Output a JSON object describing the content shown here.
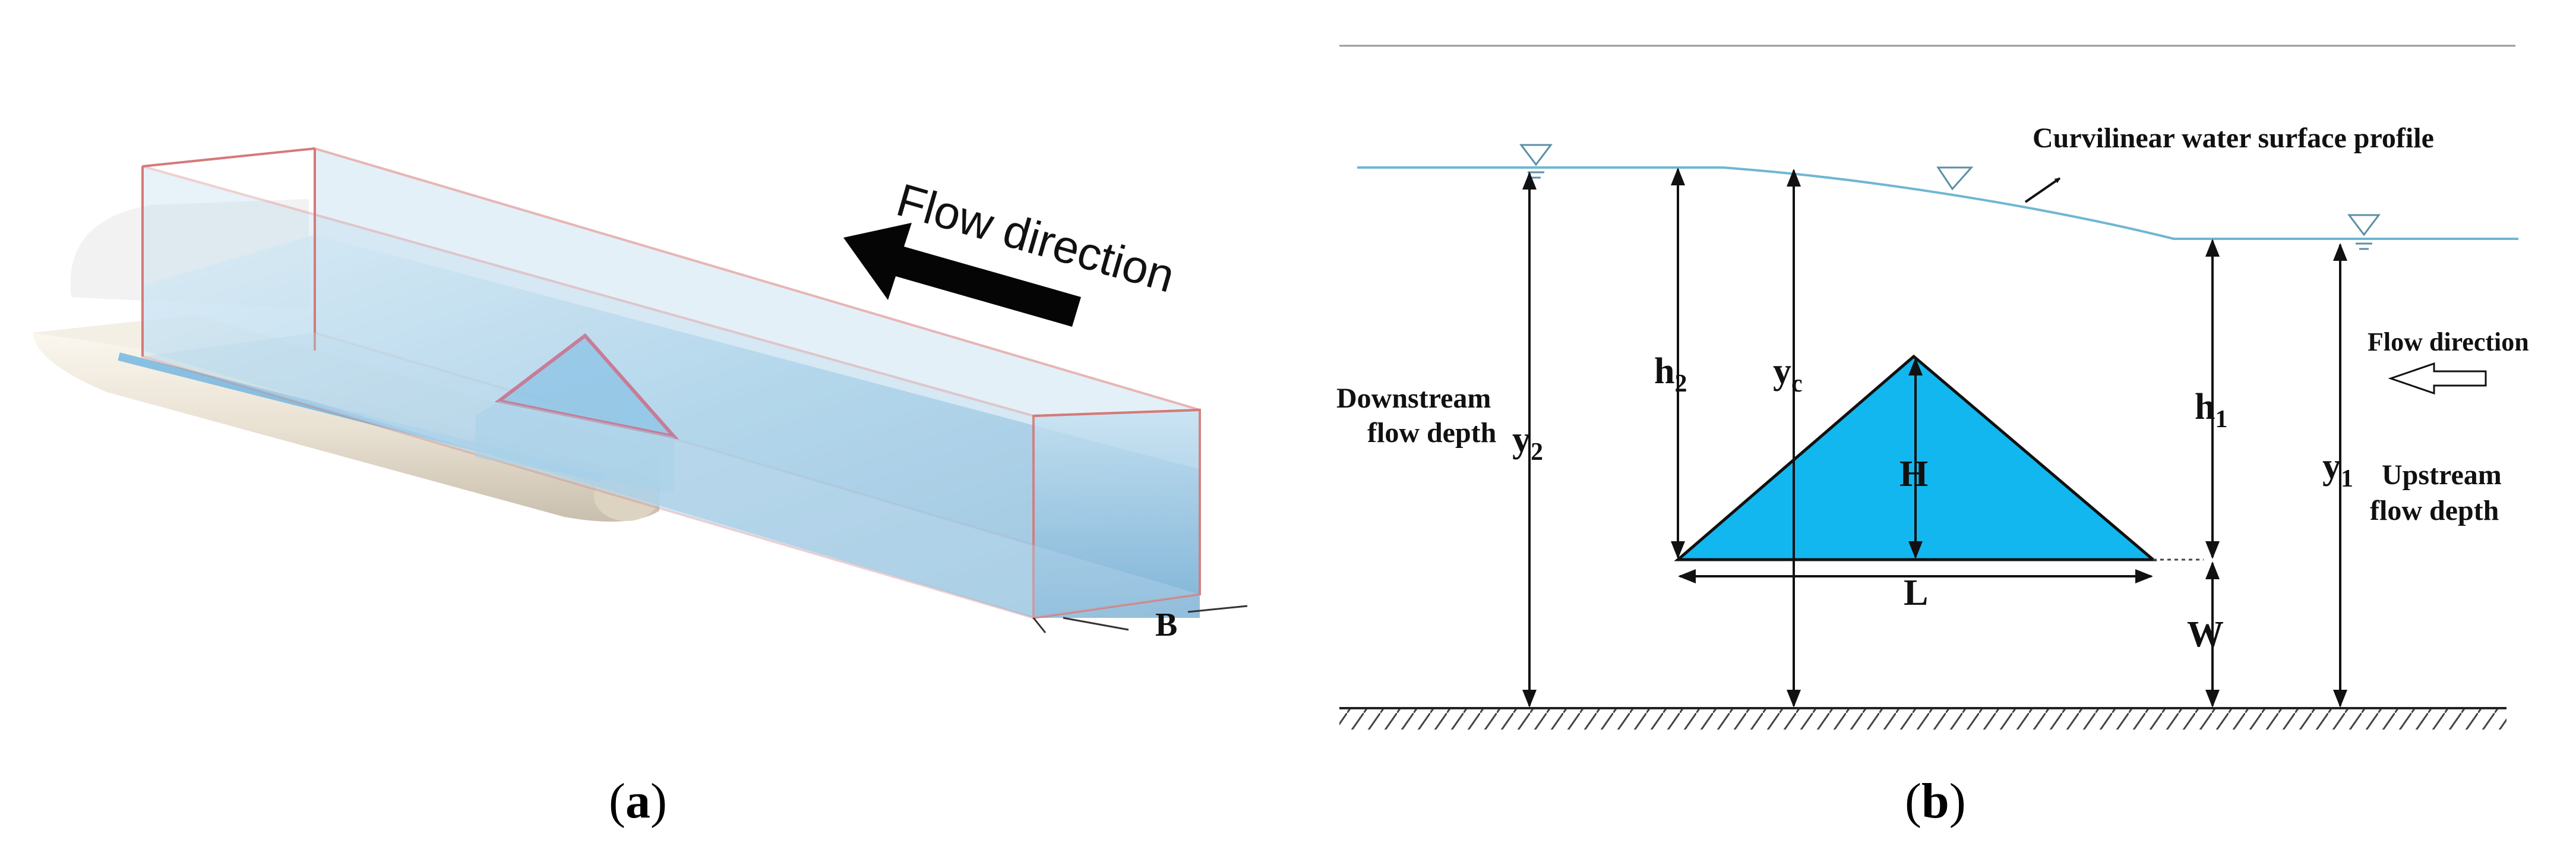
{
  "panel_a": {
    "label_open": "(",
    "label_letter": "a",
    "label_close": ")",
    "flow_direction": "Flow direction",
    "width_symbol": "B"
  },
  "panel_b": {
    "label_open": "(",
    "label_letter": "b",
    "label_close": ")",
    "water_surface_profile": "Curvilinear water surface profile",
    "flow_direction": "Flow direction",
    "downstream_line1": "Downstream",
    "downstream_line2": "flow depth",
    "upstream_line1": "Upstream",
    "upstream_line2": "flow depth",
    "symbols": {
      "y2_base": "y",
      "y2_sub": "2",
      "h2_base": "h",
      "h2_sub": "2",
      "yc_base": "y",
      "yc_sub": "c",
      "H": "H",
      "L": "L",
      "h1_base": "h",
      "h1_sub": "1",
      "y1_base": "y",
      "y1_sub": "1",
      "W": "W"
    }
  },
  "colors": {
    "weir_fill": "#12b7ef",
    "water_line": "#6fb6d3",
    "channel_tint": "#a9d3ea",
    "channel_edge": "#d47a7a"
  }
}
